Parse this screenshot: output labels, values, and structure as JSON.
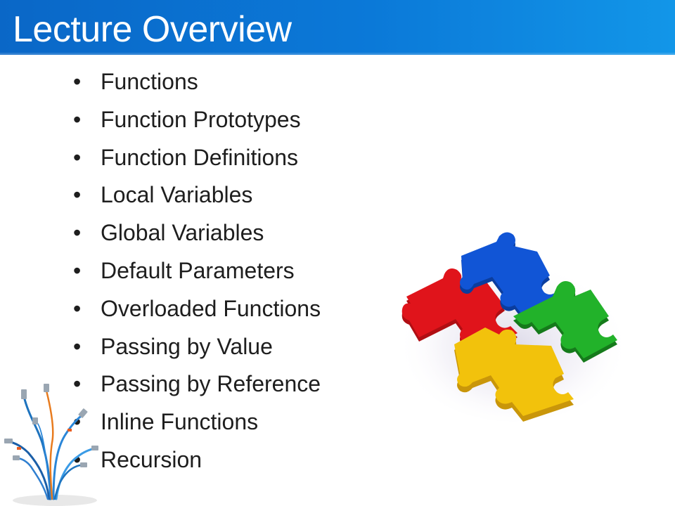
{
  "slide": {
    "title": "Lecture Overview",
    "bullet_symbol": "•",
    "bullets": [
      "Functions",
      "Function Prototypes",
      "Function Definitions",
      "Local Variables",
      "Global Variables",
      "Default Parameters",
      "Overloaded Functions",
      "Passing by Value",
      "Passing by Reference",
      "Inline Functions",
      "Recursion"
    ]
  },
  "colors": {
    "title_bar": "#0b79d8",
    "title_text": "#ffffff",
    "body_text": "#1e1e1e",
    "puzzle_red": "#e0141b",
    "puzzle_blue": "#1155d6",
    "puzzle_green": "#22b22a",
    "puzzle_yellow": "#f2c20c"
  },
  "icons": {
    "image": "puzzle-pieces-icon",
    "decoration": "usb-cables-icon"
  }
}
